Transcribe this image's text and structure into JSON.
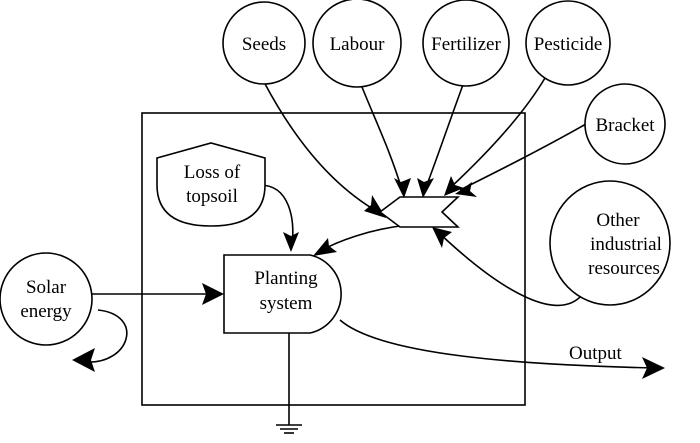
{
  "sources": {
    "seeds": "Seeds",
    "labour": "Labour",
    "fertilizer": "Fertilizer",
    "pesticide": "Pesticide",
    "bracket": "Bracket",
    "other_industrial_resources": [
      "Other",
      "industrial",
      "resources"
    ],
    "solar_energy": [
      "Solar",
      "energy"
    ]
  },
  "loss_of_topsoil": [
    "Loss of",
    "topsoil"
  ],
  "planting_system": [
    "Planting",
    "system"
  ],
  "output_label": "Output"
}
